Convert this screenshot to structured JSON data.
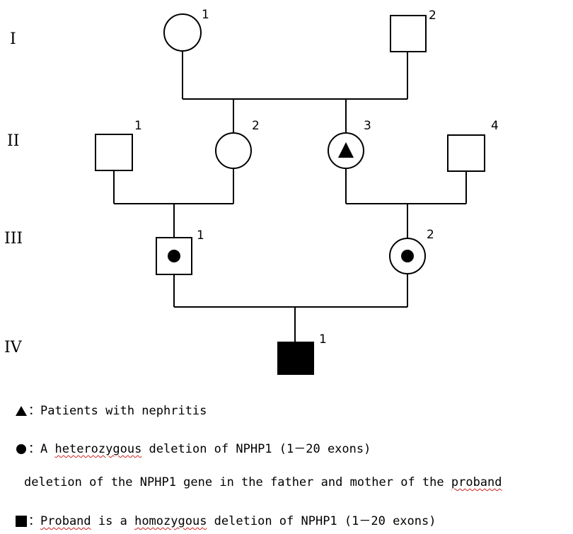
{
  "generations": [
    "I",
    "II",
    "III",
    "IV"
  ],
  "individuals": {
    "I1": "1",
    "I2": "2",
    "II1": "1",
    "II2": "2",
    "II3": "3",
    "II4": "4",
    "III1": "1",
    "III2": "2",
    "IV1": "1"
  },
  "legend": {
    "triangle_text": "Patients with nephritis",
    "het_prefix": "A ",
    "het_word": "heterozygous",
    "het_suffix": " deletion of NPHP1 (1－20 exons)",
    "note_prefix": "deletion of the NPHP1 gene in the father and mother of the ",
    "note_word": "proband",
    "proband_word1": "Proband",
    "proband_mid": " is a ",
    "proband_word2": "homozygous",
    "proband_suffix": " deletion of NPHP1 (1－20 exons)",
    "separator": "："
  },
  "icons": [
    "triangle-icon",
    "dot-icon",
    "filled-square-icon"
  ]
}
